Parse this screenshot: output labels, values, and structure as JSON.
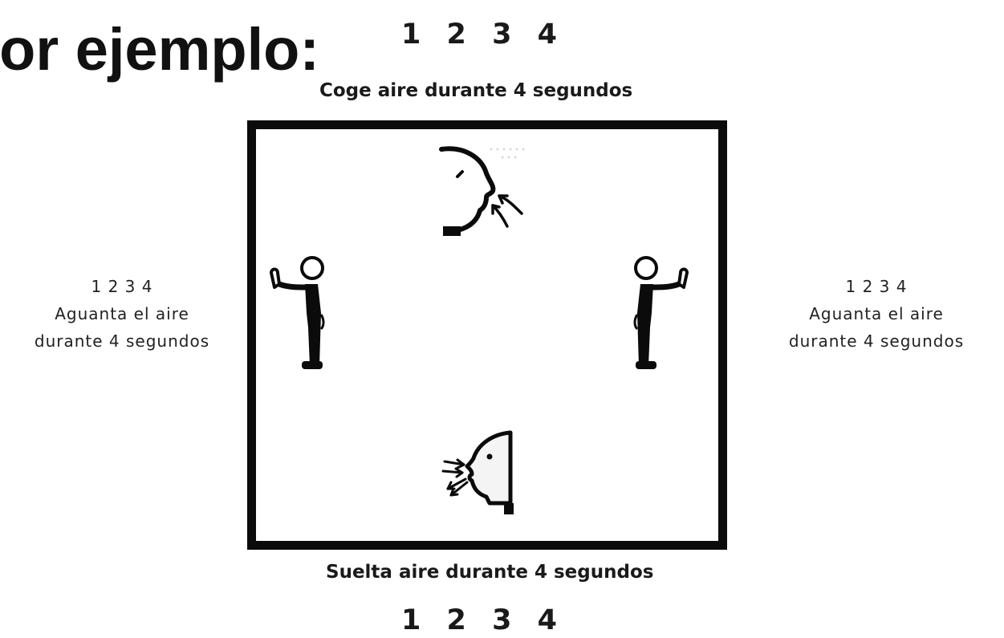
{
  "heading": "or ejemplo:",
  "count_top": "1 2 3 4",
  "top_caption": "Coge aire durante 4 segundos",
  "left_label": {
    "count": "1 2 3 4",
    "line1": "Aguanta el aire",
    "line2": "durante 4 segundos"
  },
  "right_label": {
    "count": "1 2 3 4",
    "line1": "Aguanta el aire",
    "line2": "durante 4 segundos"
  },
  "bottom_caption": "Suelta aire durante 4 segundos",
  "count_bottom": "1 2 3 4",
  "icons": {
    "top": "inhale-face-icon",
    "left": "stop-hand-person-icon",
    "right": "stop-hand-person-icon",
    "bottom": "exhale-face-icon"
  }
}
